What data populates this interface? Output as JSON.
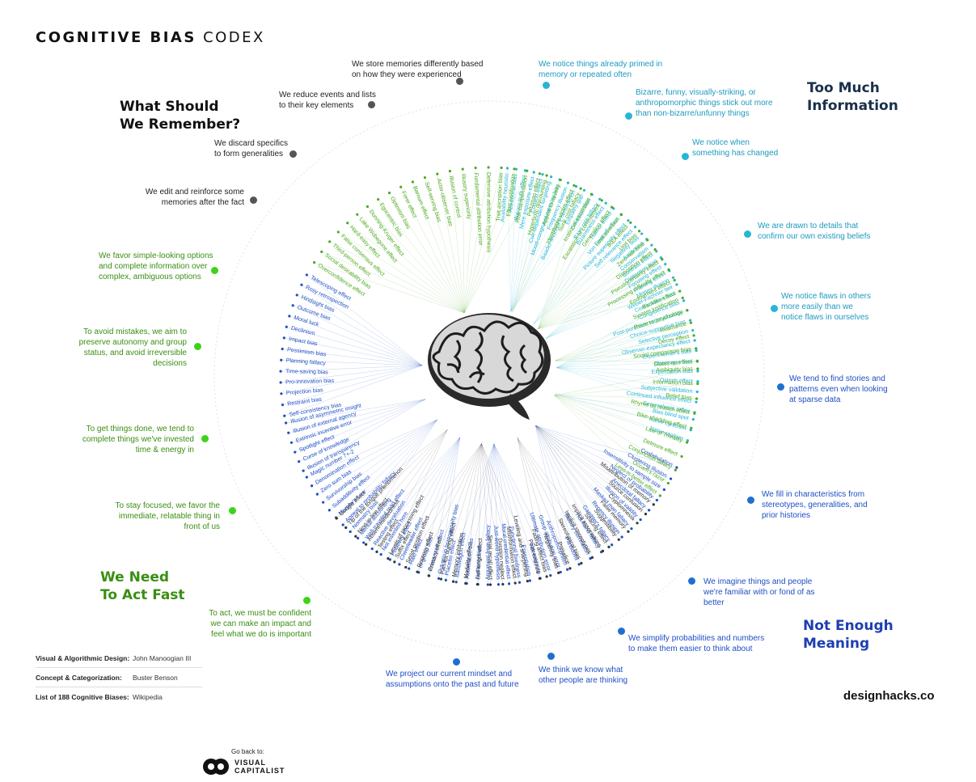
{
  "header": {
    "title_bold": "COGNITIVE BIAS",
    "title_light": "CODEX"
  },
  "quadrants": {
    "remember": "What Should We Remember?",
    "too_much": "Too Much Information",
    "act_fast": "We Need To Act Fast",
    "meaning": "Not Enough Meaning"
  },
  "colors": {
    "remember": "#333333",
    "too_much": "#29b5d6",
    "meaning": "#1f4fc4",
    "act_fast": "#4caa1e",
    "act_fast_title": "#3a8f12",
    "meaning_title": "#1d3fb0",
    "too_much_title": "#1a2f4a"
  },
  "categories": [
    {
      "text": "We notice things already primed in memory or repeated often",
      "group": "too_much",
      "biases": [
        "Availability heuristic",
        "Attentional bias",
        "Illusory truth effect",
        "Mere exposure effect",
        "Context effect",
        "Cue-dependent forgetting",
        "Mood-congruent memory bias",
        "Frequency illusion",
        "Baader-Meinhof Phenomenon",
        "Empathy gap",
        "Omission bias",
        "Base rate fallacy"
      ]
    },
    {
      "text": "Bizarre, funny, visually-striking, or anthropomorphic things stick out more than non-bizarre/unfunny things",
      "group": "too_much",
      "biases": [
        "Bizarreness effect",
        "Humor effect",
        "Von Restorff effect",
        "Picture superiority effect",
        "Self-relevance effect",
        "Negativity bias"
      ]
    },
    {
      "text": "We notice when something has changed",
      "group": "too_much",
      "biases": [
        "Anchoring",
        "Conservatism",
        "Contrast effect",
        "Distinction bias",
        "Focusing effect",
        "Framing effect",
        "Money illusion",
        "Weber-Fechner law"
      ]
    },
    {
      "text": "We are drawn to details that confirm our own existing beliefs",
      "group": "too_much",
      "biases": [
        "Confirmation bias",
        "Congruence bias",
        "Post-purchase rationalization",
        "Choice-supportive bias",
        "Selective perception",
        "Observer-expectancy effect",
        "Experimenter's bias",
        "Observer effect",
        "Expectation bias",
        "Ostrich effect",
        "Subjective validation",
        "Continued influence effect",
        "Semmelweis reflex"
      ]
    },
    {
      "text": "We notice flaws in others more easily than we notice flaws in ourselves",
      "group": "too_much",
      "biases": [
        "Bias blind spot",
        "Naïve cynicism",
        "Naïve realism"
      ]
    },
    {
      "text": "We tend to find stories and patterns even when looking at sparse data",
      "group": "meaning",
      "biases": [
        "Confabulation",
        "Clustering illusion",
        "Insensitivity to sample size",
        "Neglect of probability",
        "Anecdotal fallacy",
        "Illusion of validity",
        "Masked man fallacy",
        "Recency illusion",
        "Gambler's fallacy",
        "Hot-hand fallacy",
        "Illusory correlation",
        "Pareidolia",
        "Anthropomorphism"
      ]
    },
    {
      "text": "We fill in characteristics from stereotypes, generalities, and prior histories",
      "group": "meaning",
      "biases": [
        "Group attribution error",
        "Ultimate attribution error",
        "Stereotyping",
        "Essentialism",
        "Functional fixedness",
        "Moral credential effect",
        "Just-world hypothesis",
        "Argument from fallacy",
        "Authority bias",
        "Automation bias",
        "Bandwagon effect",
        "Placebo effect"
      ]
    },
    {
      "text": "We imagine things and people we're familiar with or fond of as better",
      "group": "meaning",
      "biases": [
        "Out-group homogeneity bias",
        "Cross-race effect",
        "In-group bias",
        "Halo effect",
        "Cheerleader effect",
        "Positivity effect",
        "Not invented here",
        "Reactive devaluation",
        "Well-traveled road effect"
      ]
    },
    {
      "text": "We simplify probabilities and numbers to make them easier to think about",
      "group": "meaning",
      "biases": [
        "Mental accounting",
        "Normalcy bias",
        "Appeal to probability fallacy",
        "Murphy's Law",
        "Subadditivity effect",
        "Survivorship bias",
        "Zero sum bias",
        "Denomination effect",
        "Magic number 7+-2"
      ]
    },
    {
      "text": "We think we know what other people are thinking",
      "group": "meaning",
      "biases": [
        "Illusion of transparency",
        "Curse of knowledge",
        "Spotlight effect",
        "Extrinsic incentive error",
        "Illusion of external agency",
        "Illusion of asymmetric insight"
      ]
    },
    {
      "text": "We project our current mindset and assumptions onto the past and future",
      "group": "meaning",
      "biases": [
        "Self-consistency bias",
        "Restraint bias",
        "Projection bias",
        "Pro-innovation bias",
        "Time-saving bias",
        "Planning fallacy",
        "Pessimism bias",
        "Impact bias",
        "Declinism",
        "Moral luck",
        "Outcome bias",
        "Hindsight bias",
        "Rosy retrospection",
        "Telescoping effect"
      ]
    },
    {
      "text": "To act, we must be confident we can make an impact and feel what we do is important",
      "group": "act_fast",
      "biases": [
        "Overconfidence effect",
        "Social desirability bias",
        "Third-person effect",
        "False consensus effect",
        "Hard-easy effect",
        "Lake Wobegone effect",
        "Dunning-Kruger effect",
        "Egocentric bias",
        "Optimism bias",
        "Forer effect",
        "Barnum effect",
        "Self-serving bias",
        "Actor-observer bias",
        "Illusion of control",
        "Illusory superiority",
        "Fundamental attribution error",
        "Defensive attribution hypothesis",
        "Trait ascription bias",
        "Effort justification",
        "Risk compensation",
        "Peltzman effect"
      ]
    },
    {
      "text": "To stay focused, we favor the immediate, relatable thing in front of us",
      "group": "act_fast",
      "biases": [
        "Hyperbolic discounting",
        "Appeal to novelty",
        "Identifiable victim effect"
      ]
    },
    {
      "text": "To get things done, we tend to complete things we've invested time & energy in",
      "group": "act_fast",
      "biases": [
        "Sunk cost fallacy",
        "Irrational escalation",
        "Escalation of commitment",
        "Generation effect",
        "Loss aversion",
        "IKEA effect",
        "Unit bias",
        "Zero-risk bias",
        "Disposition effect",
        "Pseudocertainty effect",
        "Processing difficulty effect",
        "Endowment effect",
        "Backfire effect"
      ]
    },
    {
      "text": "To avoid mistakes, we aim to preserve autonomy and group status, and avoid irreversible decisions",
      "group": "act_fast",
      "biases": [
        "System justification",
        "Reverse psychology",
        "Reactance",
        "Decoy effect",
        "Social comparison bias",
        "Status quo bias"
      ]
    },
    {
      "text": "We favor simple-looking options and complete information over complex, ambiguous options",
      "group": "act_fast",
      "biases": [
        "Ambiguity bias",
        "Information bias",
        "Belief bias",
        "Rhyme as reason effect",
        "Bike-shedding effect",
        "Law of Triviality",
        "Delmore effect",
        "Conjunction fallacy",
        "Occam's razor",
        "Less-is-better effect"
      ]
    },
    {
      "text": "We edit and reinforce some memories after the fact",
      "group": "remember",
      "biases": [
        "Misattribution of memory",
        "Source confusion",
        "Cryptomnesia",
        "False memory",
        "Suggestibility",
        "Spacing effect"
      ]
    },
    {
      "text": "We discard specifics to form generalities",
      "group": "remember",
      "biases": [
        "Implicit associations",
        "Implicit stereotypes",
        "Stereotypical bias",
        "Prejudice",
        "Negativity bias",
        "Fading affect bias"
      ]
    },
    {
      "text": "We reduce events and lists to their key elements",
      "group": "remember",
      "biases": [
        "Peak-end rule",
        "Leveling and sharpening",
        "Misinformation effect",
        "Duration neglect",
        "Serial recall effect",
        "List-length effect",
        "Modality effect",
        "Memory inhibition",
        "Part-list cueing effect",
        "Primacy effect",
        "Recency effect",
        "Serial position effect",
        "Suffix effect"
      ]
    },
    {
      "text": "We store memories differently based on how they were experienced",
      "group": "remember",
      "biases": [
        "Levels of processing effect",
        "Testing effect",
        "Absent-mindedness",
        "Next-in-line effect",
        "Tip of the tongue phenomenon",
        "Google effect"
      ]
    }
  ],
  "credits": [
    {
      "label": "Visual & Algorithmic Design:",
      "value": "John Manoogian III"
    },
    {
      "label": "Concept & Categorization:",
      "value": "Buster Benson"
    },
    {
      "label": "List of 188 Cognitive Biases:",
      "value": "Wikipedia"
    }
  ],
  "footer": {
    "site": "designhacks.co",
    "go_back": "Go back to:",
    "brand_line1": "VISUAL",
    "brand_line2": "CAPITALIST"
  }
}
